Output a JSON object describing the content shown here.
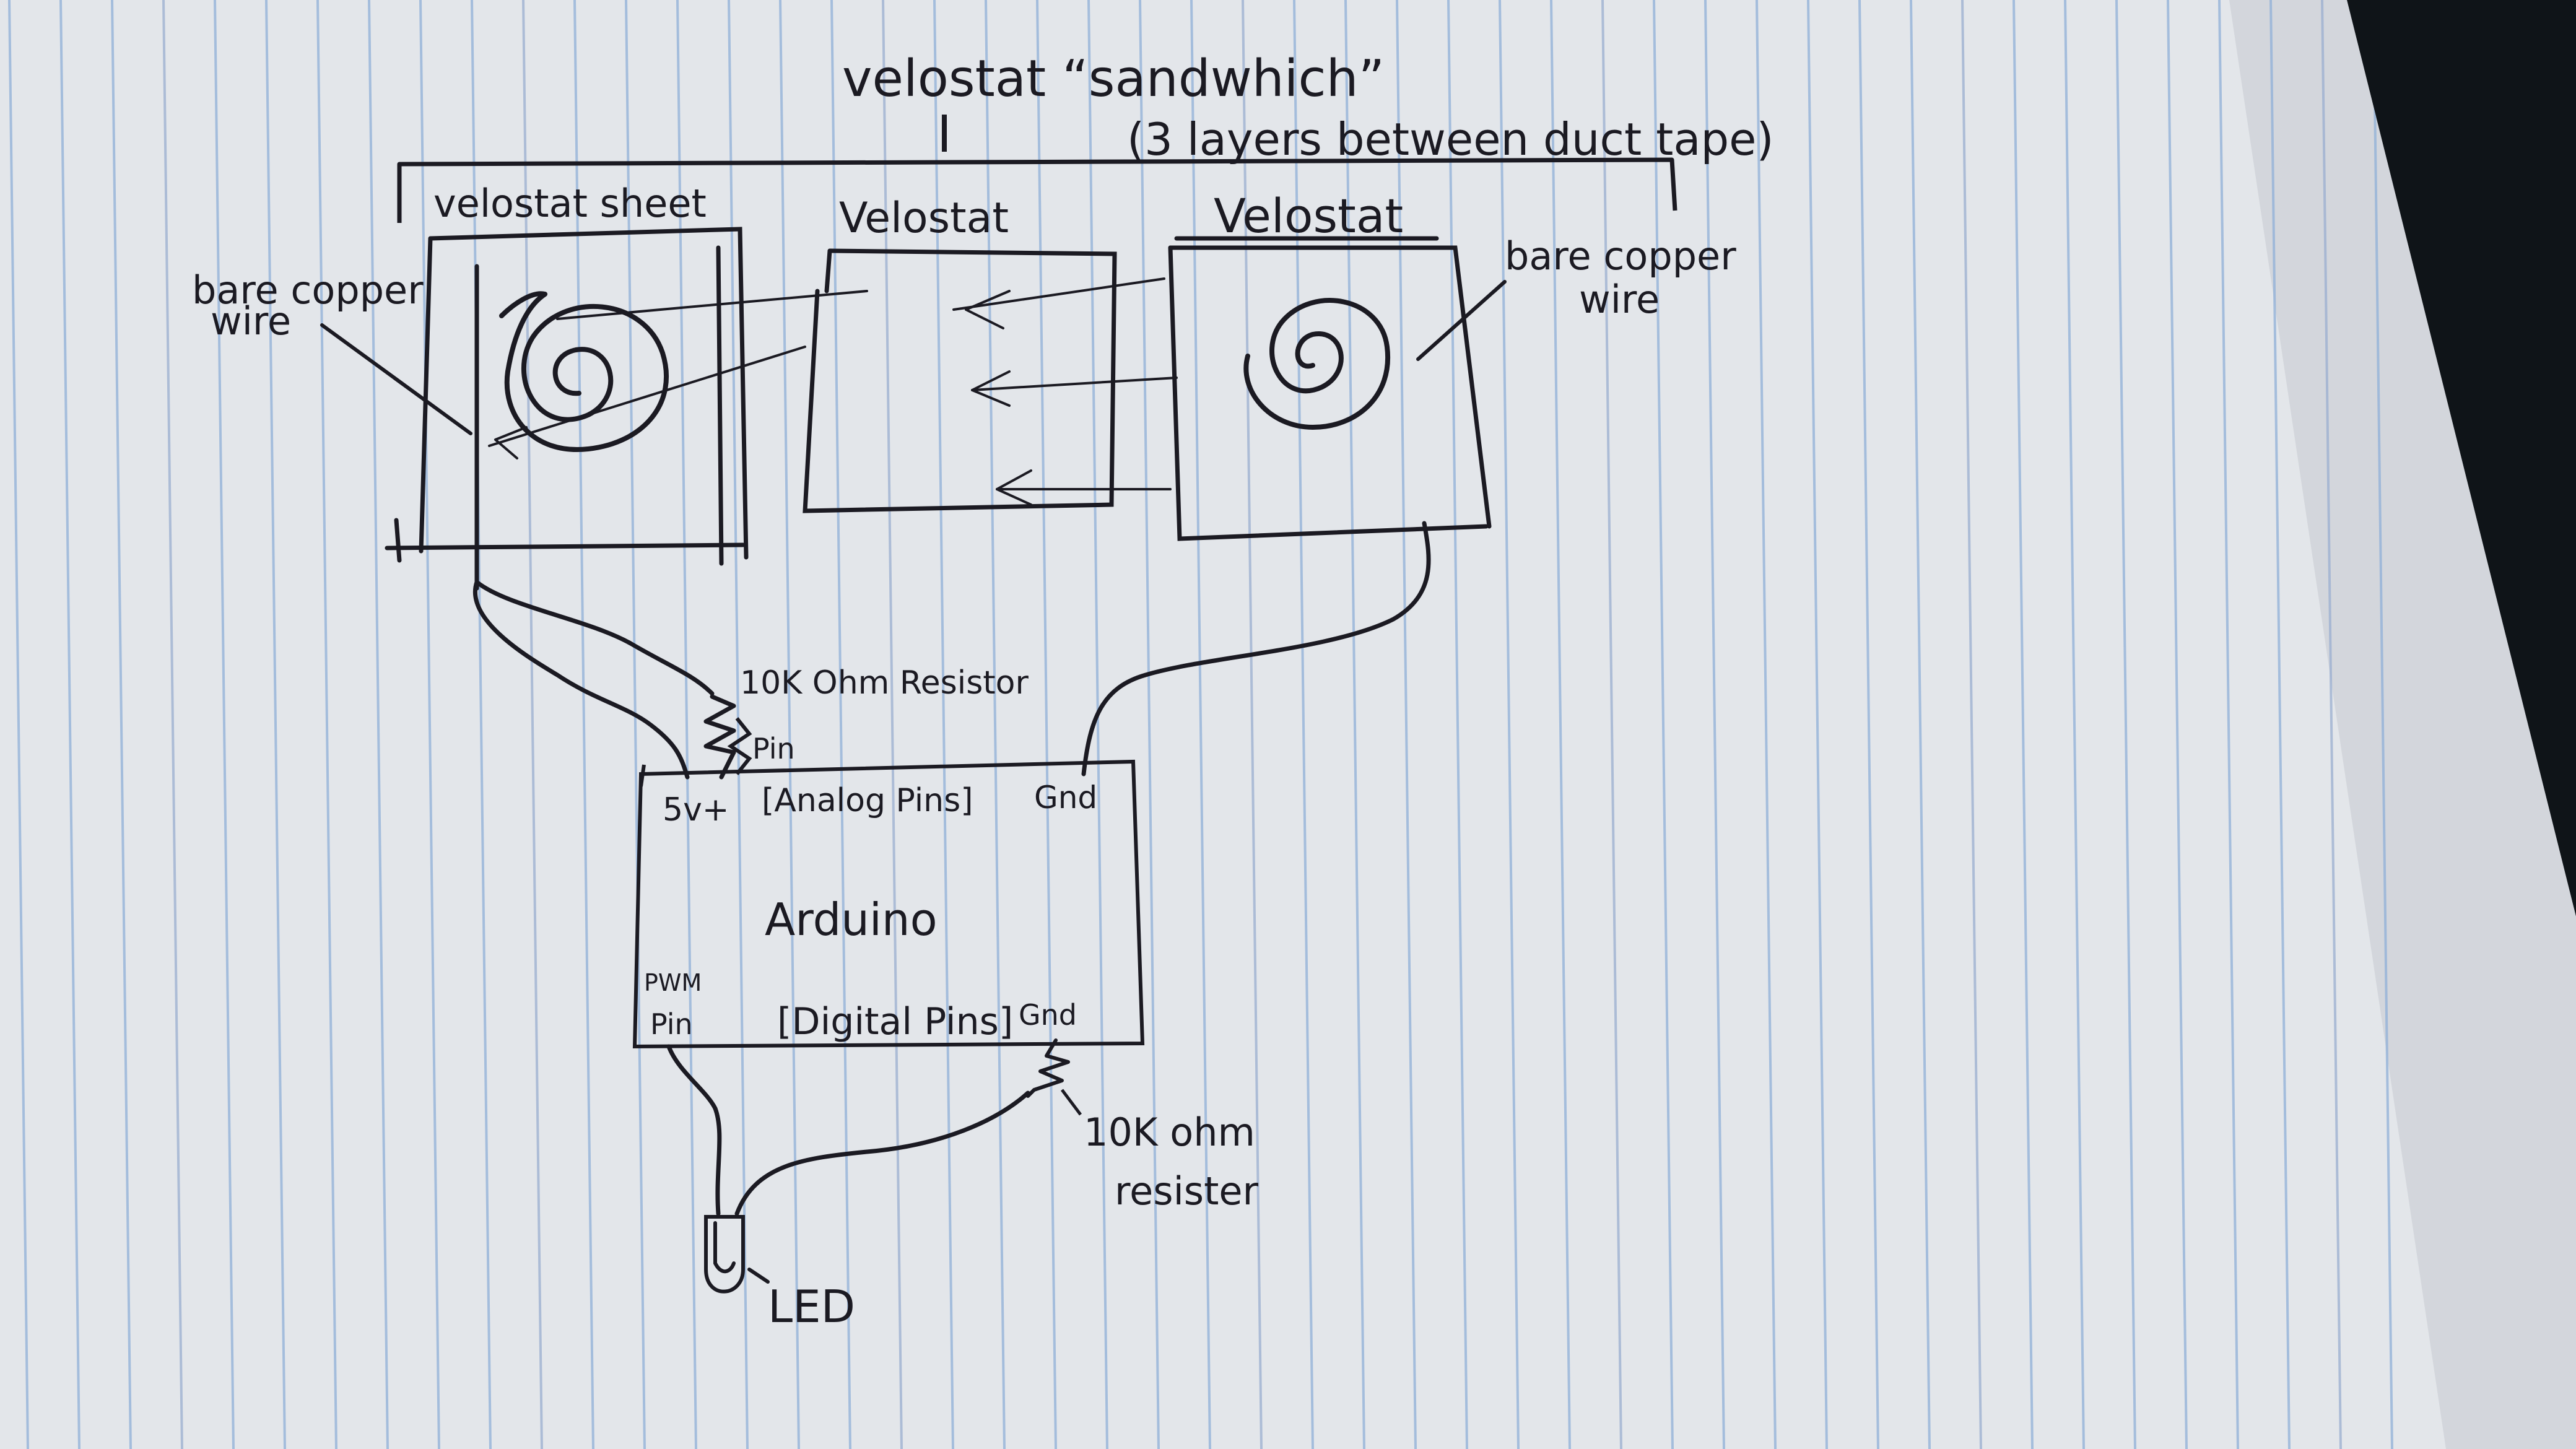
{
  "colors": {
    "paper": "#e3e6ea",
    "paper_shadow": "#c8ccd2",
    "rule_line": "#8fb0d8",
    "margin_line": "#9aaed0",
    "ink": "#1b1a22",
    "background": "#0f1418"
  },
  "title": {
    "line1": "velostat “sandwhich”",
    "line2": "(3 layers between duct tape)"
  },
  "sheets": {
    "left": "velostat sheet",
    "middle": "Velostat",
    "right": "Velostat"
  },
  "wire_labels": {
    "left_line1": "bare copper",
    "left_line2": "wire",
    "right_line1": "bare copper",
    "right_line2": "wire"
  },
  "resistor_top": {
    "label": "10K Ohm Resistor",
    "pin": "Pin"
  },
  "arduino": {
    "name": "Arduino",
    "pin_5v": "5v+",
    "analog_pins": "[Analog Pins]",
    "gnd_top": "Gnd",
    "pwm": "PWM",
    "pwm_pin": "Pin",
    "digital_pins": "[Digital Pins]",
    "gnd_bottom": "Gnd"
  },
  "resistor_bottom": {
    "line1": "10K ohm",
    "line2": "resister"
  },
  "led_label": "LED"
}
